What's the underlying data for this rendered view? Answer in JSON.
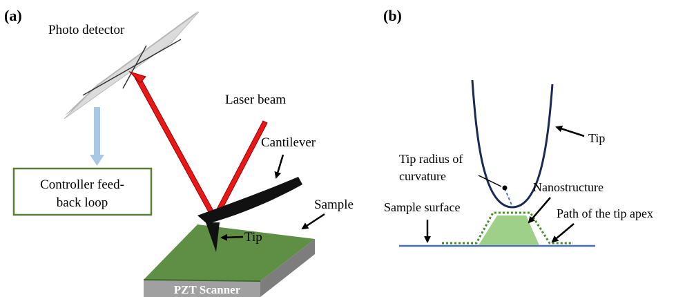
{
  "panel_a": {
    "label": "(a)",
    "photo_detector": "Photo detector",
    "laser_beam": "Laser beam",
    "cantilever": "Cantilever",
    "controller_line1": "Controller feed-",
    "controller_line2": "back loop",
    "sample": "Sample",
    "tip": "Tip",
    "scanner": "PZT Scanner"
  },
  "panel_b": {
    "label": "(b)",
    "tip": "Tip",
    "radius_line1": "Tip radius of",
    "radius_line2": "curvature",
    "nanostructure": "Nanostructure",
    "sample_surface": "Sample surface",
    "path": "Path of the tip apex"
  },
  "colors": {
    "laser": "#e81818",
    "detector": "#dcdcdc",
    "feedback_arrow": "#a9c8e4",
    "controller_border": "#5a7d3a",
    "sample_top": "#5f8f45",
    "scanner_side": "#9a9a9a",
    "tip_curve": "#1b2a55",
    "nanostructure": "#9fd08a",
    "path_dots": "#4a8a30",
    "surface_line": "#4a6fb0"
  }
}
